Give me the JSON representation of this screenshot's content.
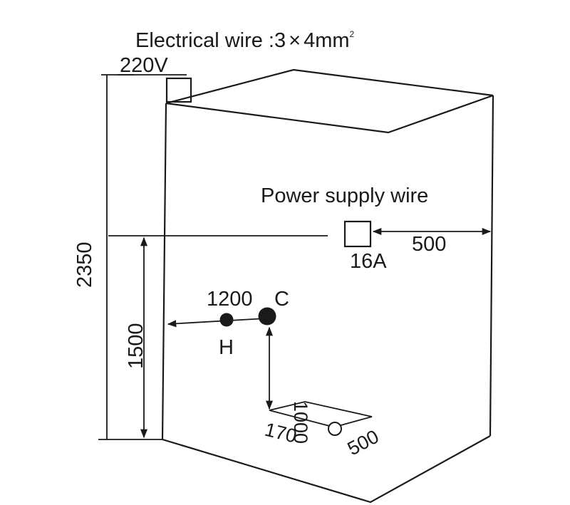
{
  "labels": {
    "electrical_wire": "Electrical wire :3",
    "times": "×",
    "wire_size": "4mm",
    "wire_size_sup": "2",
    "voltage": "220V",
    "total_height": "2350",
    "power_supply": "Power supply wire",
    "socket_distance": "500",
    "breaker": "16A",
    "height_1500": "1500",
    "pipe_width": "1200",
    "cold": "C",
    "hot": "H",
    "height_1000": "1000",
    "drain_offset": "170",
    "drain_depth": "500"
  },
  "colors": {
    "line": "#1a1a1a",
    "background": "#ffffff"
  }
}
